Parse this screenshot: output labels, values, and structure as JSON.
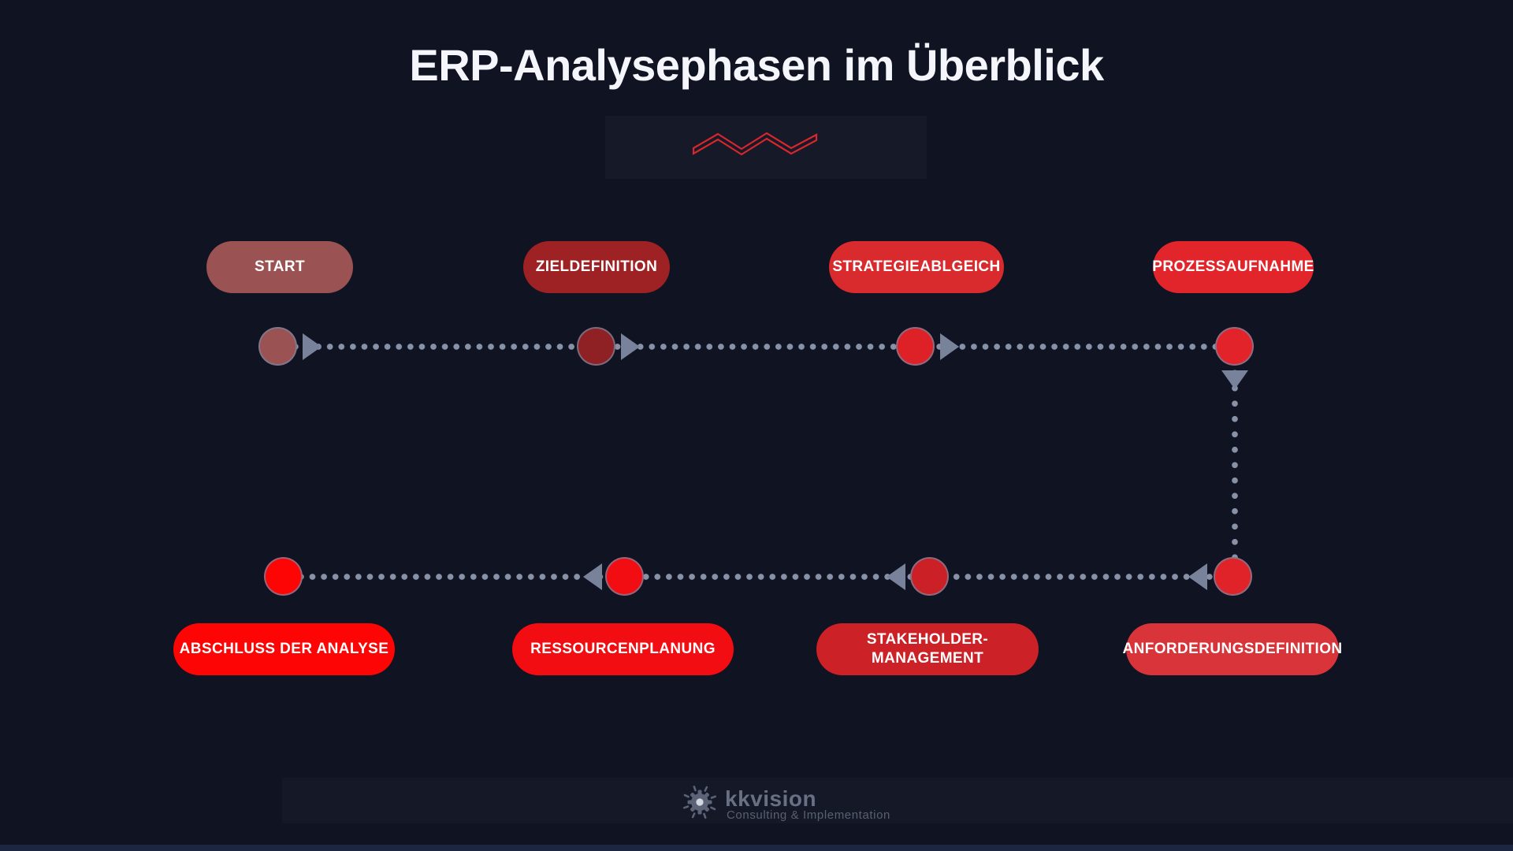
{
  "title": "ERP-Analysephasen im Überblick",
  "phases": {
    "top": [
      {
        "label": "START",
        "pill": "#9b5252",
        "dot": "#9b5252"
      },
      {
        "label": "ZIELDEFINITION",
        "pill": "#9e2124",
        "dot": "#8f2023"
      },
      {
        "label": "STRATEGIEABLGEICH",
        "pill": "#d92a2e",
        "dot": "#de2127"
      },
      {
        "label": "PROZESSAUFNAHME",
        "pill": "#e2252b",
        "dot": "#e2232a"
      }
    ],
    "bottom": [
      {
        "label": "ABSCHLUSS DER ANALYSE",
        "pill": "#fe0505",
        "dot": "#fe0505"
      },
      {
        "label": "RESSOURCENPLANUNG",
        "pill": "#f20d12",
        "dot": "#f20d12"
      },
      {
        "label": "STAKEHOLDER-\nMANAGEMENT",
        "pill": "#cc2127",
        "dot": "#cb2026"
      },
      {
        "label": "ANFORDERUNGSDEFINITION",
        "pill": "#d8343a",
        "dot": "#e02329"
      }
    ]
  },
  "connector": {
    "dot_color": "#8791a7",
    "arrow_color": "#78829b"
  },
  "decoration": {
    "zigzag_color": "#d7272c"
  },
  "logo": {
    "name": "kkvision",
    "tagline": "Consulting & Implementation",
    "color": "#5c6376",
    "hub_color": "#d3d7e0"
  }
}
